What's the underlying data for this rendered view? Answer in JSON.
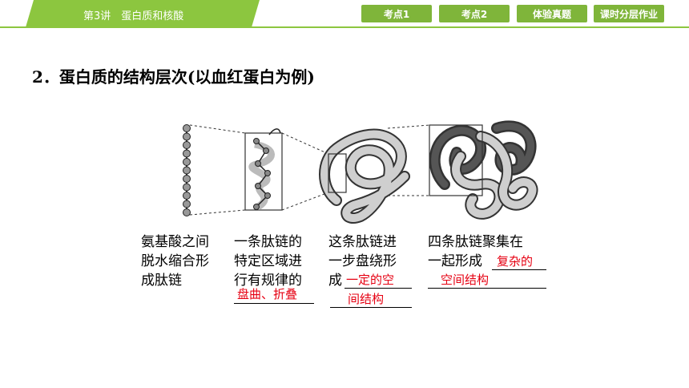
{
  "header": {
    "lesson": "第3讲　蛋白质和核酸",
    "nav": [
      "考点1",
      "考点2",
      "体验真题",
      "课时分层作业"
    ]
  },
  "section_title": "2．蛋白质的结构层次(以血红蛋白为例)",
  "columns": [
    {
      "lines": [
        "氨基酸之间",
        "脱水缩合形",
        "成肽链"
      ]
    },
    {
      "lines": [
        "一条肽链的",
        "特定区域进",
        "行有规律的"
      ],
      "answer": "盘曲、折叠"
    },
    {
      "lines": [
        "这条肽链进",
        "一步盘绕形",
        "成"
      ],
      "answer": [
        "一定的空",
        "间结构"
      ]
    },
    {
      "lines": [
        "四条肽链聚集在",
        "一起形成"
      ],
      "answer": [
        "复杂的",
        "空间结构"
      ]
    }
  ],
  "colors": {
    "accent": "#8cc63f",
    "nav_bg": "#7fb53a",
    "answer": "#e60012"
  }
}
